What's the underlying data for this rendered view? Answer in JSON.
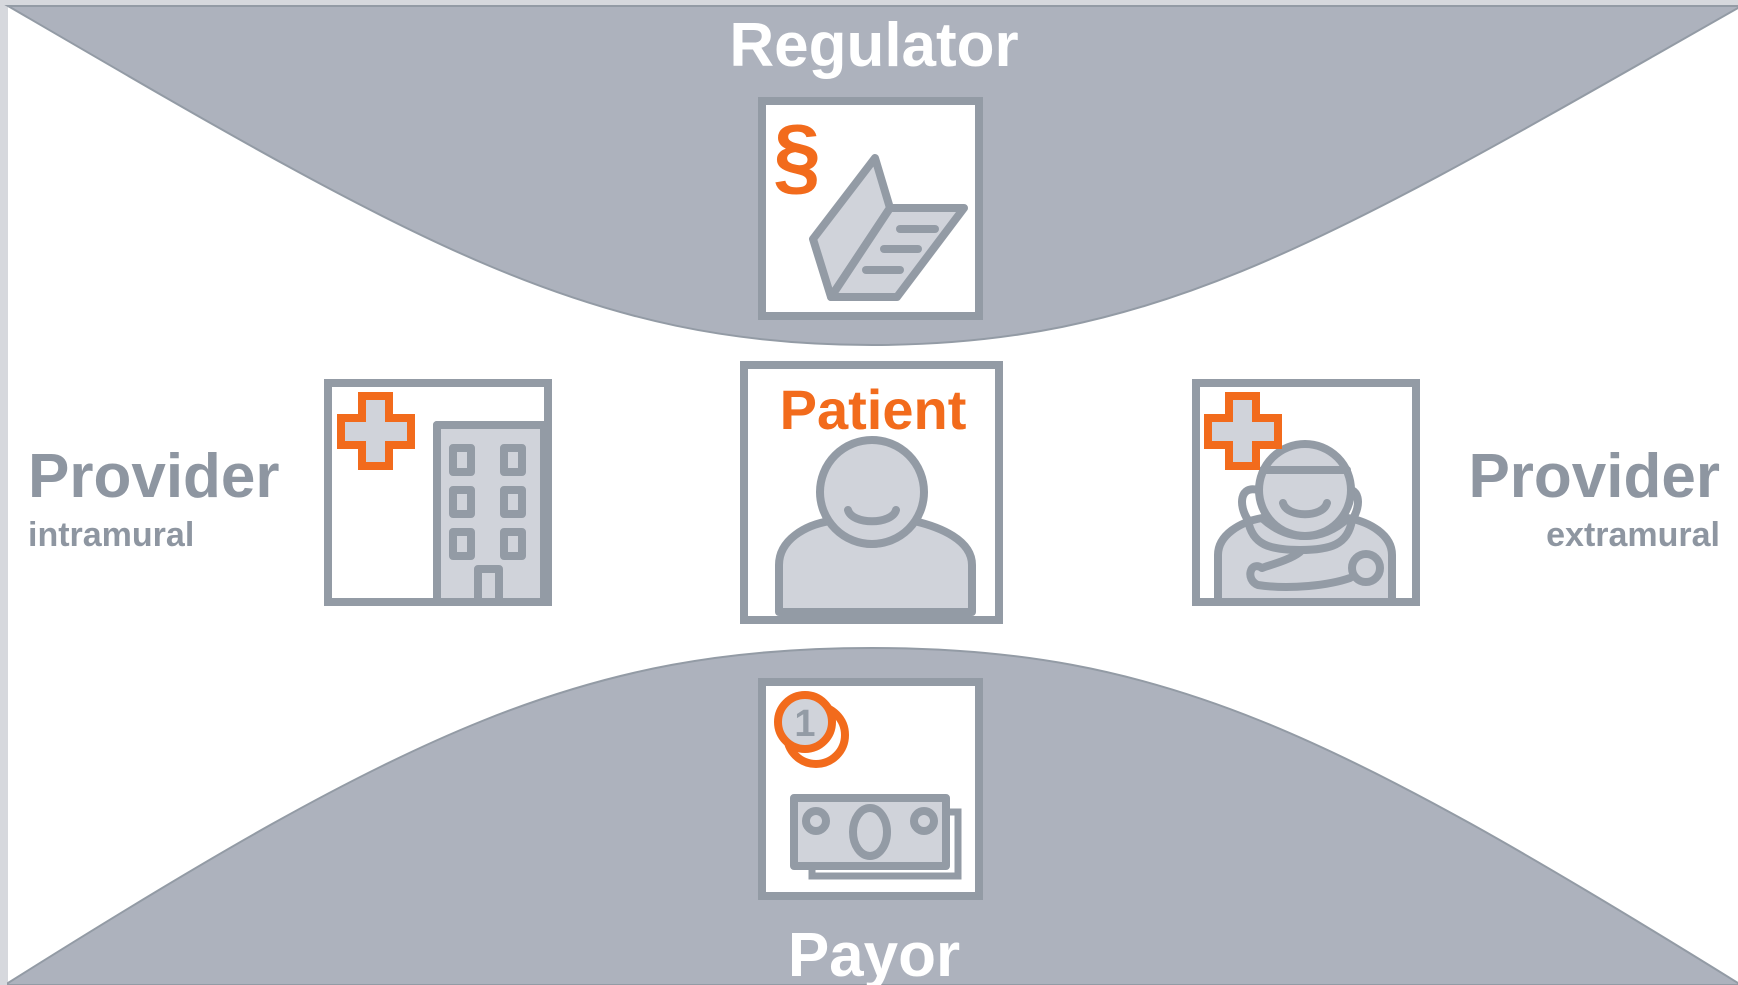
{
  "colors": {
    "band": "#adb2bd",
    "border": "#939ba5",
    "icon_fill": "#d0d3da",
    "accent": "#f26b1c",
    "text_light": "#ffffff",
    "text_gray": "#8e96a1"
  },
  "regulator": {
    "title": "Regulator",
    "icon": "law-book-icon",
    "mark": "§"
  },
  "payor": {
    "title": "Payor",
    "icon": "money-icon",
    "coin_mark": "1"
  },
  "patient": {
    "title": "Patient",
    "icon": "person-icon"
  },
  "provider_left": {
    "title": "Provider",
    "subtitle": "intramural",
    "icon": "hospital-icon"
  },
  "provider_right": {
    "title": "Provider",
    "subtitle": "extramural",
    "icon": "doctor-icon"
  }
}
